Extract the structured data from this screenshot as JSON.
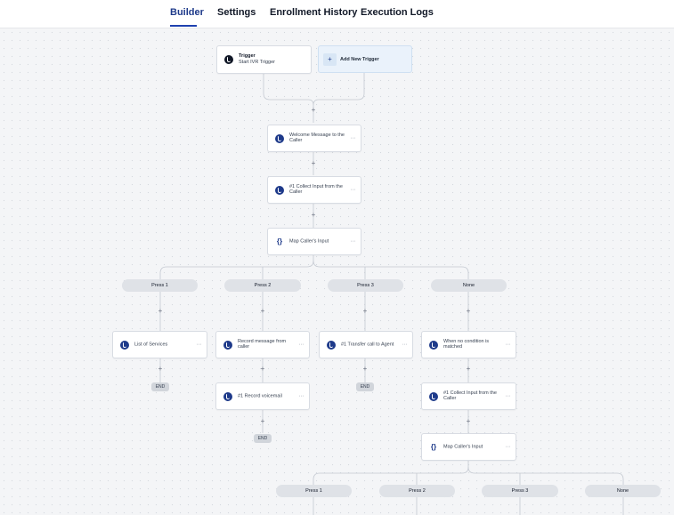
{
  "tabs": [
    {
      "label": "Builder"
    },
    {
      "label": "Settings"
    },
    {
      "label": "Enrollment History"
    },
    {
      "label": "Execution Logs"
    }
  ],
  "trigger": {
    "title": "Trigger",
    "subtitle": "Start IVR Trigger"
  },
  "add_trigger": {
    "plus": "+",
    "label": "Add New Trigger"
  },
  "nodes": {
    "welcome": "Welcome Message to the Caller",
    "collect1": "#1 Collect Input from the Caller",
    "map1": "Map Caller's Input",
    "services": "List of Services",
    "record_msg": "Record message from caller",
    "transfer": "#1 Transfer call to Agent",
    "no_condition": "When no condition is matched",
    "record_vm": "#1 Record voicemail",
    "collect2": "#1 Collect Input from the Caller",
    "map2": "Map Caller's Input"
  },
  "menu_glyph": "···",
  "code_glyph": "{}",
  "plus_glyph": "+",
  "branches_1": [
    "Press 1",
    "Press 2",
    "Press 3",
    "None"
  ],
  "branches_2": [
    "Press 1",
    "Press 2",
    "Press 3",
    "None"
  ],
  "end_label": "END"
}
